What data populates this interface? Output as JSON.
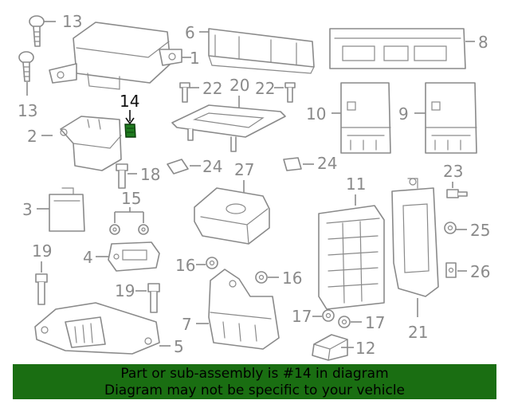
{
  "highlight_part": "14",
  "labels": {
    "p1": "1",
    "p2": "2",
    "p3": "3",
    "p4": "4",
    "p5": "5",
    "p6": "6",
    "p7": "7",
    "p8": "8",
    "p9": "9",
    "p10": "10",
    "p11": "11",
    "p12": "12",
    "p13a": "13",
    "p13b": "13",
    "p14": "14",
    "p15": "15",
    "p16a": "16",
    "p16b": "16",
    "p17a": "17",
    "p17b": "17",
    "p18": "18",
    "p19a": "19",
    "p19b": "19",
    "p20": "20",
    "p21": "21",
    "p22a": "22",
    "p22b": "22",
    "p23": "23",
    "p24a": "24",
    "p24b": "24",
    "p25": "25",
    "p26": "26",
    "p27": "27"
  },
  "banner": {
    "line1": "Part or sub-assembly is #14 in diagram",
    "line2": "Diagram may not be specific to your vehicle"
  },
  "colors": {
    "banner_bg": "#1a6e12",
    "highlight": "#1f7a1f",
    "line": "#8a8a8a"
  }
}
